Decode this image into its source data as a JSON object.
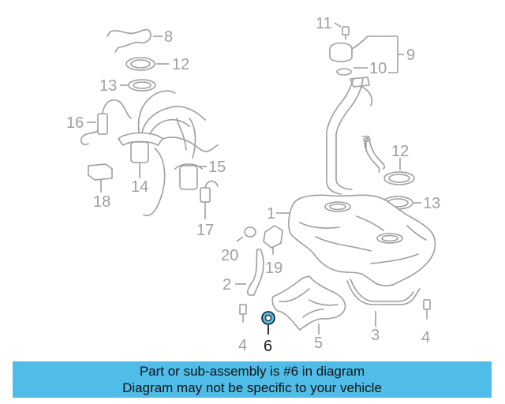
{
  "diagram": {
    "callouts": {
      "c1": "1",
      "c2": "2",
      "c3": "3",
      "c4a": "4",
      "c4b": "4",
      "c5": "5",
      "c6": "6",
      "c7": "7",
      "c8": "8",
      "c9": "9",
      "c10": "10",
      "c11": "11",
      "c12a": "12",
      "c12b": "12",
      "c13a": "13",
      "c13b": "13",
      "c14": "14",
      "c15": "15",
      "c16": "16",
      "c17": "17",
      "c18": "18",
      "c19": "19",
      "c20": "20"
    },
    "highlight_color": "#4fbde8",
    "line_color": "#9e9e9e"
  },
  "banner": {
    "line1": "Part or sub-assembly is #6 in diagram",
    "line2": "Diagram may not be specific to your vehicle",
    "background": "#4fbde8"
  }
}
